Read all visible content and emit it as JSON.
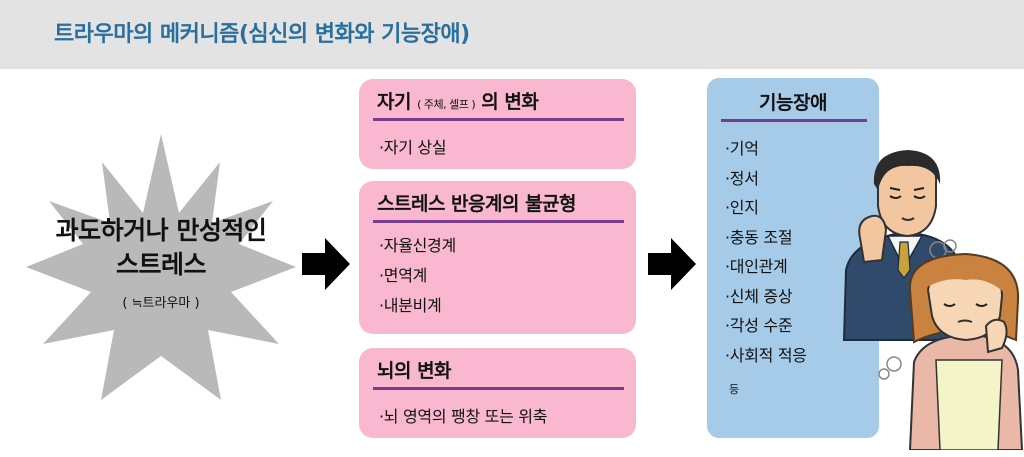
{
  "header": {
    "title": "트라우마의 메커니즘(심신의 변화와 기능장애)"
  },
  "stressor": {
    "line1": "과도하거나 만성적인",
    "line2": "스트레스",
    "note": "( ≒트라우마 )"
  },
  "self_box": {
    "title": "자기",
    "title_note": "( 주체, 셀프 )",
    "title_suffix": "의 변화",
    "items": [
      "·자기 상실"
    ]
  },
  "stress_box": {
    "title": "스트레스 반응계의 불균형",
    "items": [
      "·자율신경계",
      "·면역계",
      "·내분비계"
    ]
  },
  "brain_box": {
    "title": "뇌의 변화",
    "items": [
      "·뇌 영역의 팽창 또는 위축"
    ]
  },
  "dysfunction_box": {
    "title": "기능장애",
    "items": [
      "·기억",
      "·정서",
      "·인지",
      "·충동 조절",
      "·대인관계",
      "·신체 증상",
      "·각성 수준",
      "·사회적 적응"
    ],
    "note": "등"
  },
  "colors": {
    "header_bg": "#e3e3e3",
    "title": "#2a6f9e",
    "pink": "#f9b8cf",
    "blue": "#a6cbe9",
    "rule": "#7b3a8c",
    "star": "#b9b9b9"
  }
}
